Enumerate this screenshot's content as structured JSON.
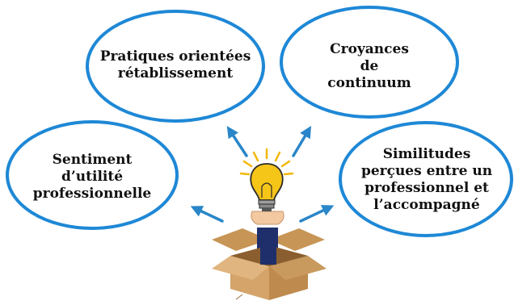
{
  "colors": {
    "ellipse_stroke": "#1E88D6",
    "arrow": "#2A86C8",
    "box": "#D4A46A",
    "box_dark": "#B98447",
    "bulb": "#F5C518",
    "ray": "#F2B705"
  },
  "bubbles": {
    "top_left": {
      "lines": [
        "Pratiques orientées",
        "rétablissement"
      ]
    },
    "top_right": {
      "lines": [
        "Croyances",
        "de",
        "continuum"
      ]
    },
    "mid_left": {
      "lines": [
        "Sentiment",
        "d’utilité",
        "professionnelle"
      ]
    },
    "mid_right": {
      "lines": [
        "Similitudes",
        "perçues entre un",
        "professionnel et",
        "l’accompagné"
      ]
    }
  },
  "icons": [
    "idea-box-illustration",
    "light-bulb-icon"
  ]
}
